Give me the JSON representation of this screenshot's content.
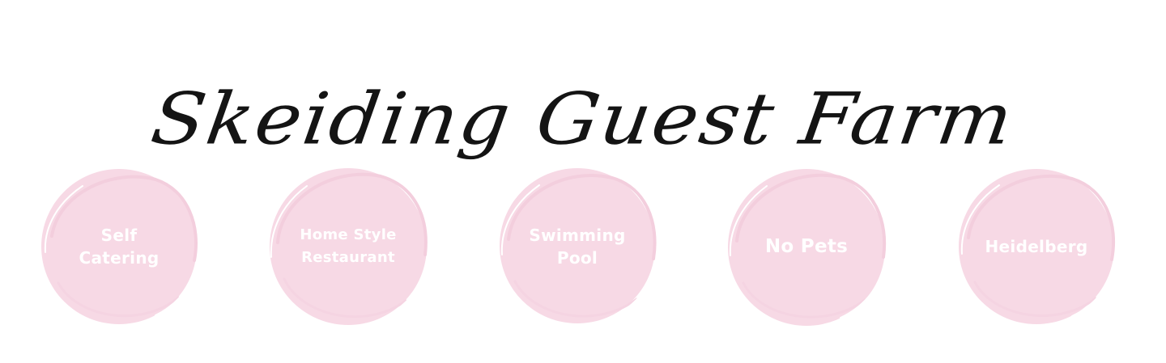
{
  "header": {
    "title": "Skeiding Guest Farm"
  },
  "features": [
    {
      "label": "Self Catering",
      "icon": "brush-circle-badge-icon"
    },
    {
      "label": "Home Style Restaurant",
      "icon": "brush-circle-badge-icon"
    },
    {
      "label": "Swimming Pool",
      "icon": "brush-circle-badge-icon"
    },
    {
      "label": "No Pets",
      "icon": "brush-circle-badge-icon"
    },
    {
      "label": "Heidelberg",
      "icon": "brush-circle-badge-icon"
    }
  ],
  "colors": {
    "badge_fill": "#f7d9e5",
    "badge_stroke": "#f3cedd",
    "badge_text": "#ffffff",
    "title": "#141414",
    "background": "#ffffff"
  }
}
